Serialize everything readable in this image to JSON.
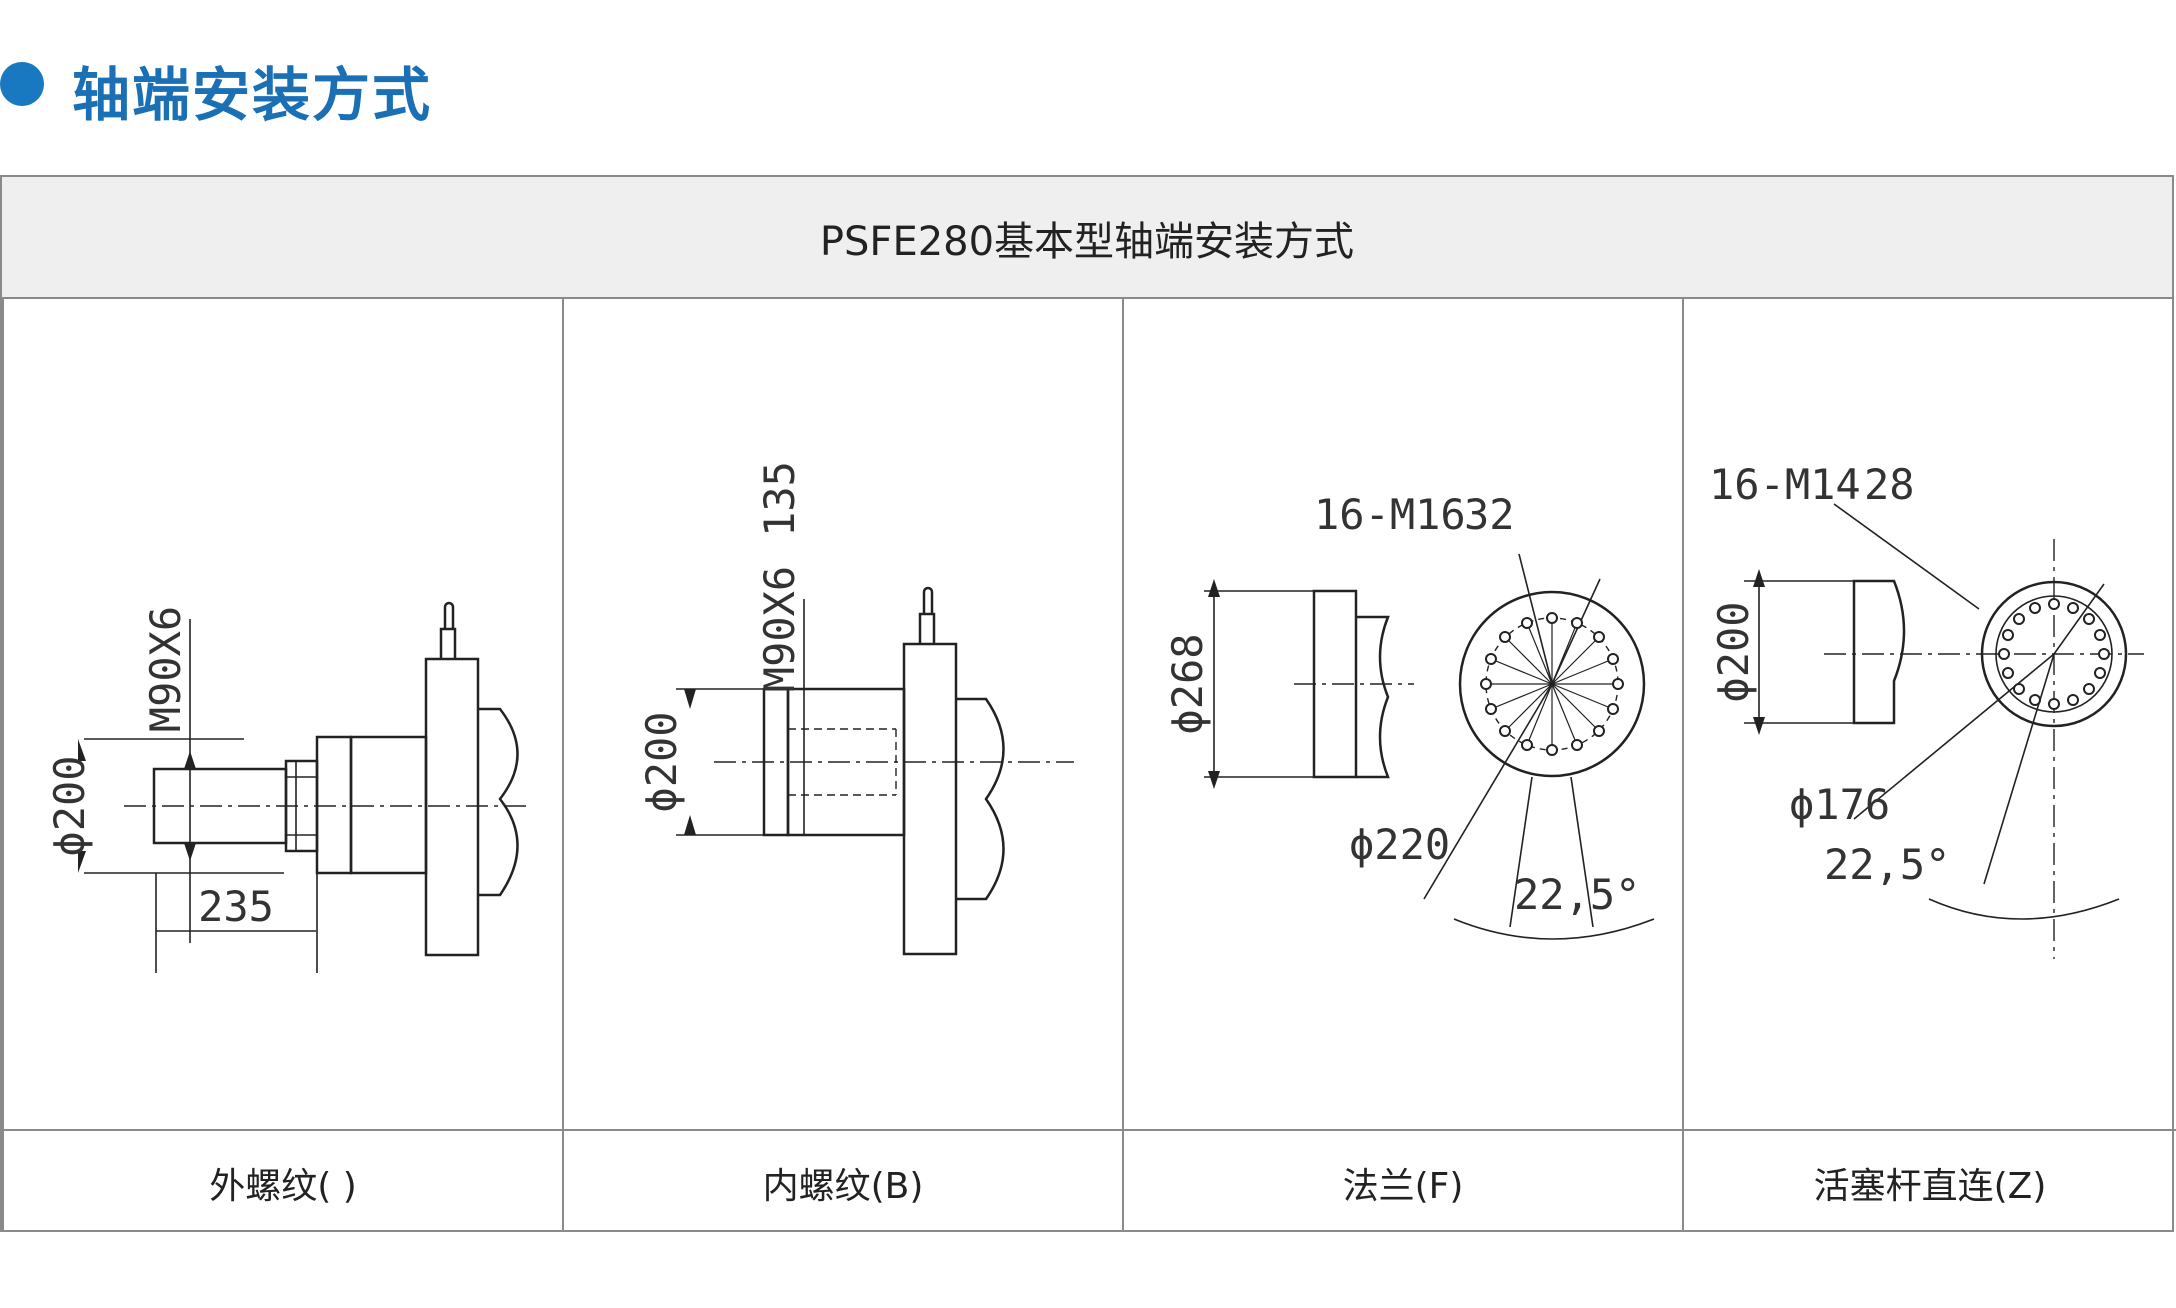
{
  "header": {
    "title": "轴端安装方式",
    "bullet_color": "#1878c0",
    "title_color": "#1a6fb5"
  },
  "table": {
    "title": "PSFE280基本型轴端安装方式",
    "cells": [
      {
        "caption": "外螺纹( )",
        "labels": {
          "thread": "M90X6",
          "dia": "ϕ200",
          "len": "235"
        }
      },
      {
        "caption": "内螺纹(B)",
        "labels": {
          "thread": "M90X6",
          "depth": "135",
          "dia": "ϕ200"
        }
      },
      {
        "caption": "法兰(F)",
        "labels": {
          "holes": "16-M16",
          "depth": "32",
          "dia_outer": "ϕ268",
          "dia_pitch": "ϕ220",
          "angle": "22,5°"
        }
      },
      {
        "caption": "活塞杆直连(Z)",
        "labels": {
          "holes": "16-M14",
          "depth": "28",
          "dia_outer": "ϕ200",
          "dia_pitch": "ϕ176",
          "angle": "22,5°"
        }
      }
    ]
  }
}
